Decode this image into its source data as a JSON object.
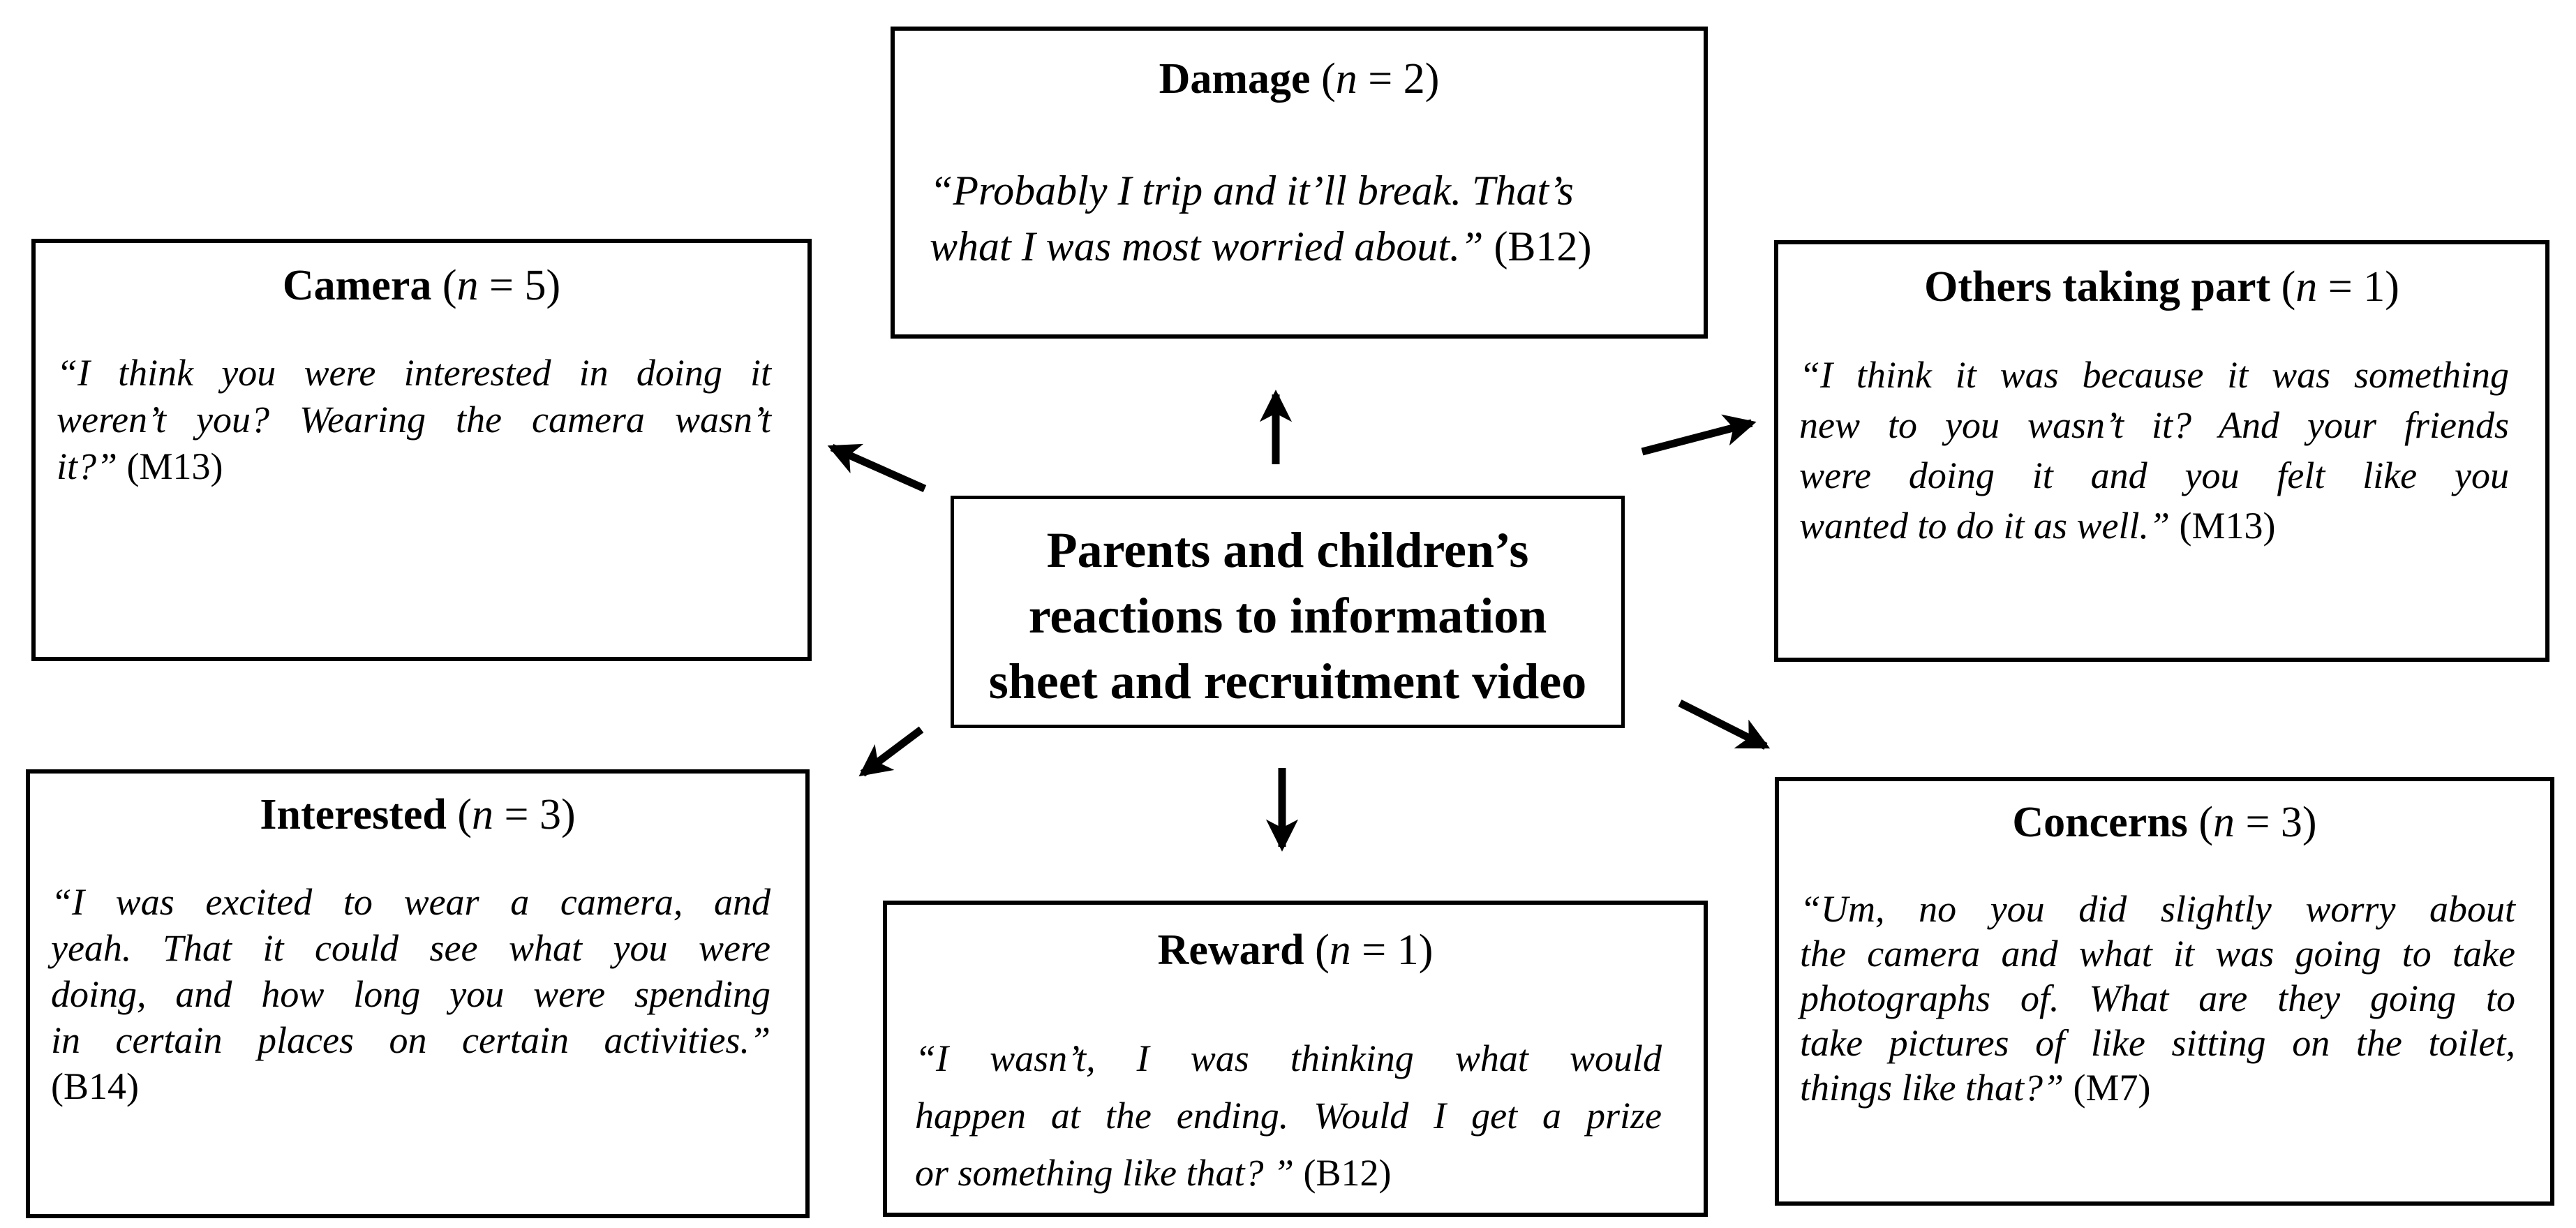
{
  "page": {
    "background": "#ffffff",
    "ink": "#000000"
  },
  "center": {
    "title_lines": [
      "Parents and children’s",
      "reactions to information",
      "sheet and recruitment video"
    ]
  },
  "nodes": {
    "damage": {
      "title": "Damage",
      "count_open": " (",
      "count_var": "n",
      "count_rest": " = 2)",
      "lines": [
        "“Probably I trip and it’ll break. That’s"
      ],
      "last_italic": "what I was most worried about.”",
      "source": " (B12)"
    },
    "camera": {
      "title": "Camera",
      "count_open": " (",
      "count_var": "n",
      "count_rest": " = 5)",
      "lines": [
        "“I think you were interested in doing it",
        "weren’t you? Wearing the camera wasn’t"
      ],
      "last_italic": "it?”",
      "source": " (M13)"
    },
    "others": {
      "title": "Others taking part",
      "count_open": " (",
      "count_var": "n",
      "count_rest": " = 1)",
      "lines": [
        "“I think it was because it was something",
        "new to you wasn’t it? And your friends",
        "were doing it and you felt like you"
      ],
      "last_italic": "wanted to do it as well.”",
      "source": " (M13)"
    },
    "interested": {
      "title": "Interested",
      "count_open": " (",
      "count_var": "n",
      "count_rest": " = 3)",
      "lines": [
        "“I was excited to wear a camera, and",
        "yeah. That it could see what you were",
        "doing, and how long you were spending",
        "in certain places on certain activities.”"
      ],
      "last_italic": "",
      "source": "(B14)"
    },
    "reward": {
      "title": "Reward",
      "count_open": " (",
      "count_var": "n",
      "count_rest": " = 1)",
      "lines": [
        "“I wasn’t, I was thinking what would",
        "happen at the ending. Would I get a prize"
      ],
      "last_italic": "or something like that? ”",
      "source": " (B12)"
    },
    "concerns": {
      "title": "Concerns",
      "count_open": " (",
      "count_var": "n",
      "count_rest": " = 3)",
      "lines": [
        "“Um, no you did slightly worry about",
        "the camera and what it was going to take",
        "photographs of. What are they going to",
        "take pictures of like sitting on the toilet,"
      ],
      "last_italic": "things like that?”",
      "source": " (M7)"
    }
  },
  "arrows": [
    "center-to-damage-up",
    "center-to-camera-up-left",
    "center-to-others-up-right",
    "center-to-interested-down-left",
    "center-to-reward-down",
    "center-to-concerns-down-right"
  ]
}
